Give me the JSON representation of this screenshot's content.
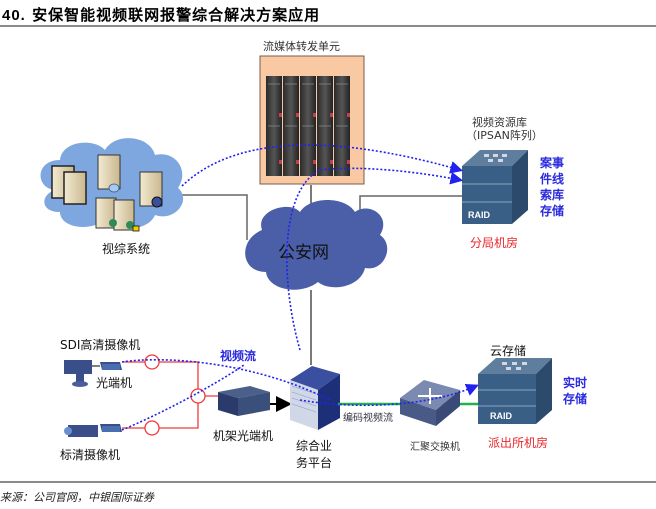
{
  "header": {
    "figure_number": "40.",
    "title": "安保智能视频联网报警综合解决方案应用"
  },
  "nodes": {
    "streaming_unit": {
      "label": "流媒体转发单元",
      "icon": "blade-server-rack-icon"
    },
    "video_repository": {
      "label_line1": "视频资源库",
      "label_line2": "（IPSAN阵列）",
      "icon": "raid-storage-icon",
      "device_text": "RAID"
    },
    "case_storage": {
      "lines": [
        "案事",
        "件线",
        "索库",
        "存储"
      ]
    },
    "branch_room": {
      "label": "分局机房"
    },
    "video_system": {
      "label": "视综系统",
      "icon": "server-cluster-cloud-icon"
    },
    "police_network": {
      "label": "公安网",
      "icon": "cloud-icon"
    },
    "sdi_camera": {
      "label": "SDI高清摄像机",
      "icon": "hd-camera-icon"
    },
    "optical_terminal": {
      "label": "光端机",
      "icon": "optical-transceiver-icon"
    },
    "sd_camera": {
      "label": "标清摄像机",
      "icon": "sd-camera-icon"
    },
    "rack_optical_terminal": {
      "label": "机架光端机",
      "icon": "rack-optical-terminal-icon"
    },
    "integrated_platform": {
      "label_line1": "综合业",
      "label_line2": "务平台",
      "icon": "platform-server-icon"
    },
    "aggregation_switch": {
      "label": "汇聚交换机",
      "icon": "switch-icon"
    },
    "cloud_storage": {
      "label": "云存储",
      "icon": "raid-storage-icon",
      "device_text": "RAID"
    },
    "realtime_storage": {
      "lines": [
        "实时",
        "存储"
      ]
    },
    "station_room": {
      "label": "派出所机房"
    }
  },
  "flows": {
    "video_stream": "视频流",
    "encoded_video_stream": "编码视频流"
  },
  "colors": {
    "video_flow": "#2222ee",
    "fiber_link": "#f03a3a",
    "encoded_link": "#22b14c",
    "network_cloud": "#4a5fa8",
    "system_cloud": "#7ea7e0",
    "streaming_bg": "#f9c9a4",
    "storage_blue": "#3a5f86"
  },
  "footer": {
    "source": "来源：公司官网，中银国际证券"
  }
}
